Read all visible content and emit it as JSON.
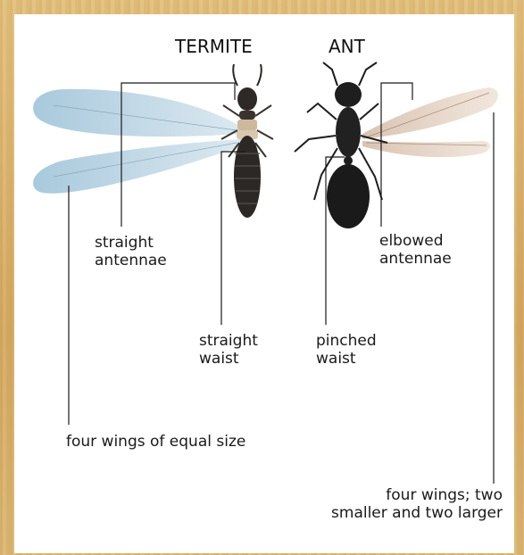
{
  "diagram": {
    "titles": {
      "termite": "TERMITE",
      "ant": "ANT"
    },
    "labels": {
      "termite_antennae": "straight\nantennae",
      "termite_waist": "straight\nwaist",
      "termite_wings": "four wings of equal size",
      "ant_antennae": "elbowed\nantennae",
      "ant_waist": "pinched\nwaist",
      "ant_wings": "four wings; two\nsmaller and two larger"
    }
  }
}
